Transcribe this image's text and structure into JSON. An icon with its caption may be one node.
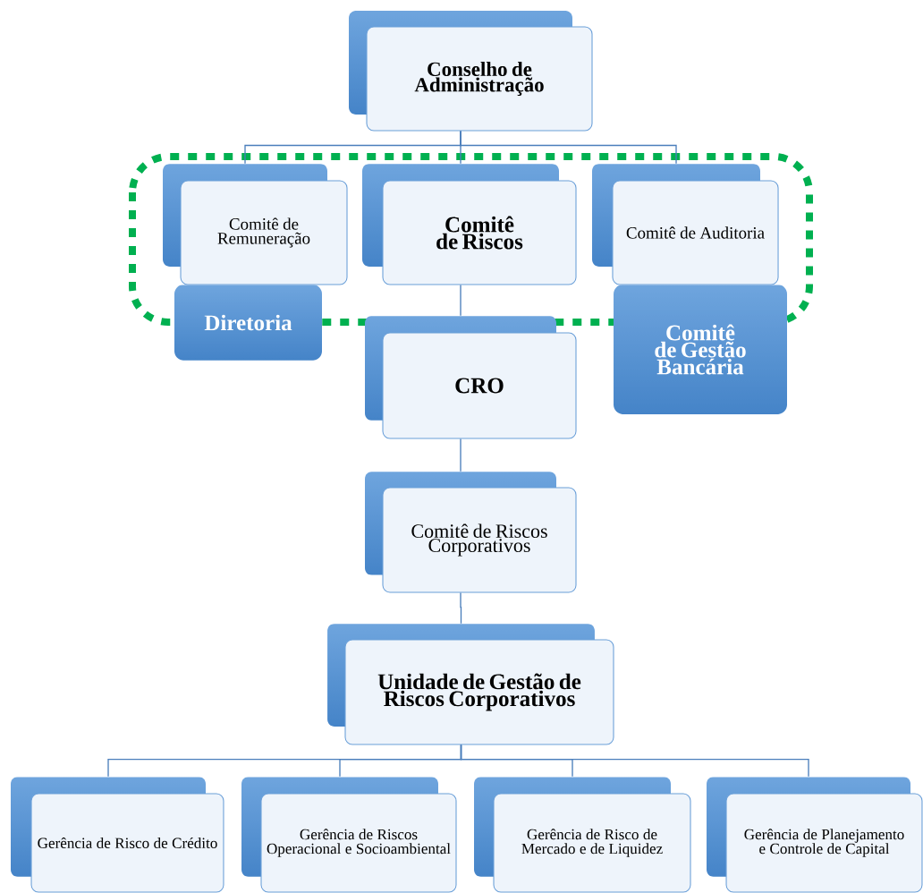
{
  "diagram": {
    "nodes": [
      {
        "text": [
          "Conselho de Administração"
        ]
      },
      {
        "text": [
          "Comitê de Remuneração"
        ]
      },
      {
        "text": [
          "Comitê de Riscos"
        ]
      },
      {
        "text": [
          "Comitê de Auditoria"
        ]
      },
      {
        "text": [
          "Diretoria"
        ]
      },
      {
        "text": [
          "Comitê de Gestão Bancária"
        ]
      },
      {
        "text": [
          "CRO"
        ]
      },
      {
        "text": [
          "Comitê de Riscos Corporativos"
        ]
      },
      {
        "text": [
          "Unidade de Gestão de Riscos Corporativos"
        ]
      },
      {
        "text": [
          "Gerência de Risco de Crédito"
        ]
      },
      {
        "text": [
          "Gerência de Riscos Operacional e Socioambiental"
        ]
      },
      {
        "text": [
          "Gerência de Risco de Mercado e de Liquidez"
        ]
      },
      {
        "text": [
          "Gerência de Planejamento e Controle de Capital"
        ]
      }
    ],
    "edges": [
      {
        "from": 0,
        "to": 1,
        "arrow": "none"
      },
      {
        "from": 0,
        "to": 2,
        "arrow": "none"
      },
      {
        "from": 0,
        "to": 3,
        "arrow": "none"
      },
      {
        "from": 2,
        "to": 6,
        "arrow": "none"
      },
      {
        "from": 6,
        "to": 7,
        "arrow": "none"
      },
      {
        "from": 7,
        "to": 8,
        "arrow": "none"
      },
      {
        "from": 8,
        "to": 9,
        "arrow": "none"
      },
      {
        "from": 8,
        "to": 10,
        "arrow": "none"
      },
      {
        "from": 8,
        "to": 11,
        "arrow": "none"
      },
      {
        "from": 8,
        "to": 12,
        "arrow": "none"
      }
    ]
  }
}
